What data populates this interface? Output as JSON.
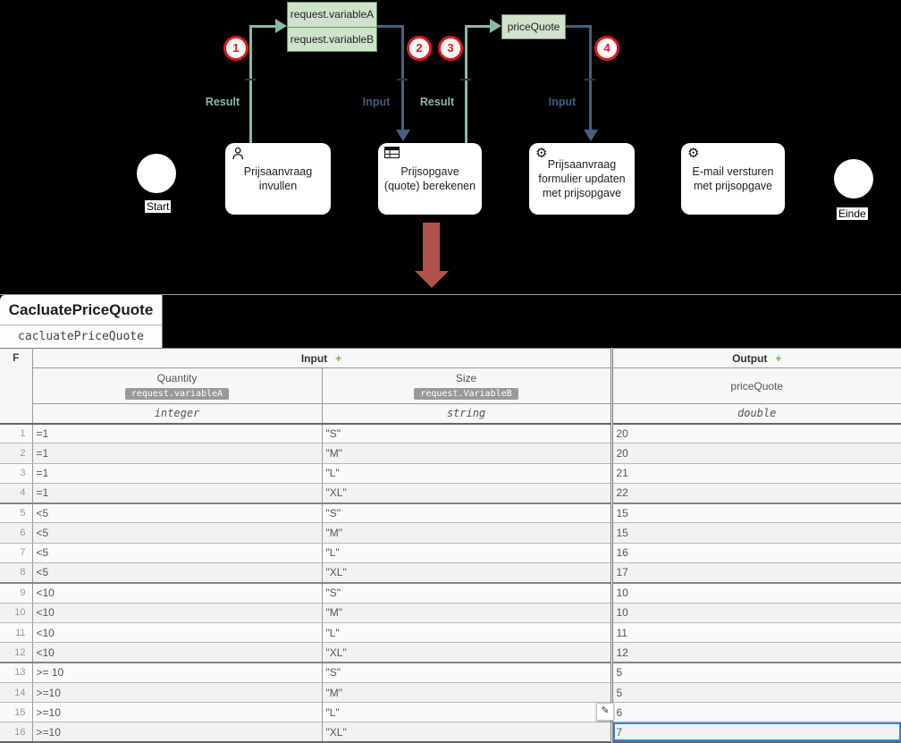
{
  "diagram": {
    "data_objects": {
      "box1_line1": "request.variableA",
      "box1_line2": "request.variableB",
      "box2": "priceQuote"
    },
    "markers": [
      "1",
      "2",
      "3",
      "4"
    ],
    "edge_labels": [
      {
        "text": "Result",
        "color": "green"
      },
      {
        "text": "Input",
        "color": "blue"
      },
      {
        "text": "Result",
        "color": "green"
      },
      {
        "text": "Input",
        "color": "blue"
      }
    ],
    "tasks": [
      {
        "label": "Prijsaanvraag invullen",
        "icon": "user-icon"
      },
      {
        "label": "Prijsopgave (quote) berekenen",
        "icon": "table-icon"
      },
      {
        "label": "Prijsaanvraag formulier updaten met prijsopgave",
        "icon": "gear-icon"
      },
      {
        "label": "E-mail versturen met prijsopgave",
        "icon": "gear-icon"
      }
    ],
    "start_label": "Start",
    "end_label": "Einde"
  },
  "decision_table": {
    "title": "CacluatePriceQuote",
    "name": "cacluatePriceQuote",
    "hit_policy": "F",
    "input_header": "Input",
    "output_header": "Output",
    "add_button": "+",
    "inputs": [
      {
        "label": "Quantity",
        "expression": "request.variableA",
        "type": "integer"
      },
      {
        "label": "Size",
        "expression": "request.VariableB",
        "type": "string"
      }
    ],
    "outputs": [
      {
        "label": "priceQuote",
        "type": "double"
      }
    ],
    "rules": [
      {
        "n": "1",
        "quantity": "=1",
        "size": "\"S\"",
        "output": "20",
        "group_start": false
      },
      {
        "n": "2",
        "quantity": "=1",
        "size": "\"M\"",
        "output": "20",
        "group_start": false
      },
      {
        "n": "3",
        "quantity": "=1",
        "size": "\"L\"",
        "output": "21",
        "group_start": false
      },
      {
        "n": "4",
        "quantity": "=1",
        "size": "\"XL\"",
        "output": "22",
        "group_start": false
      },
      {
        "n": "5",
        "quantity": "<5",
        "size": "\"S\"",
        "output": "15",
        "group_start": true
      },
      {
        "n": "6",
        "quantity": "<5",
        "size": "\"M\"",
        "output": "15",
        "group_start": false
      },
      {
        "n": "7",
        "quantity": "<5",
        "size": "\"L\"",
        "output": "16",
        "group_start": false
      },
      {
        "n": "8",
        "quantity": "<5",
        "size": "\"XL\"",
        "output": "17",
        "group_start": false
      },
      {
        "n": "9",
        "quantity": "<10",
        "size": "\"S\"",
        "output": "10",
        "group_start": true
      },
      {
        "n": "10",
        "quantity": "<10",
        "size": "\"M\"",
        "output": "10",
        "group_start": false
      },
      {
        "n": "11",
        "quantity": "<10",
        "size": "\"L\"",
        "output": "11",
        "group_start": false
      },
      {
        "n": "12",
        "quantity": "<10",
        "size": "\"XL\"",
        "output": "12",
        "group_start": false
      },
      {
        "n": "13",
        "quantity": ">= 10",
        "size": "\"S\"",
        "output": "5",
        "group_start": true
      },
      {
        "n": "14",
        "quantity": ">=10",
        "size": "\"M\"",
        "output": "5",
        "group_start": false
      },
      {
        "n": "15",
        "quantity": ">=10",
        "size": "\"L\"",
        "output": "6",
        "group_start": false
      },
      {
        "n": "16",
        "quantity": ">=10",
        "size": "\"XL\"",
        "output": "7",
        "group_start": false
      }
    ],
    "selected_cell": {
      "row": 16,
      "column": "output"
    },
    "edit_icon": "✎"
  },
  "colors": {
    "edge_green": "#8bb9a0",
    "edge_blue": "#44617f",
    "label_blue": "#3f5e80",
    "marker_red": "#e01a1a",
    "big_arrow_red": "#b2504c",
    "data_object_fill": "#cfe3cb",
    "data_object_border": "#69946b",
    "badge_bg": "#999999",
    "selection_blue": "#3b82d9",
    "add_green": "#5fba46"
  }
}
